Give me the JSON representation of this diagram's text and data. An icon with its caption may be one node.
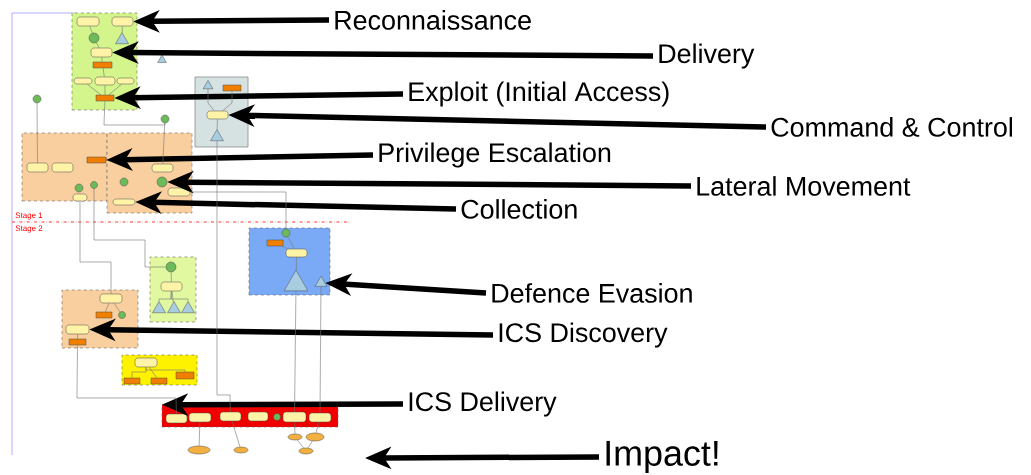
{
  "diagram": {
    "nodes": [
      {
        "text": [],
        "shape": "box"
      },
      {
        "text": [],
        "shape": "box",
        "in": 0
      },
      {
        "text": [],
        "shape": "box",
        "in": 0
      },
      {
        "text": [],
        "shape": "circle",
        "in": 0
      },
      {
        "text": [],
        "shape": "triangle",
        "in": 0
      },
      {
        "text": [],
        "shape": "box",
        "in": 0
      },
      {
        "text": [],
        "shape": "box",
        "in": 0
      },
      {
        "text": [],
        "shape": "box",
        "in": 0
      },
      {
        "text": [],
        "shape": "box",
        "in": 0
      },
      {
        "text": [],
        "shape": "box",
        "in": 0
      },
      {
        "text": [],
        "shape": "box",
        "in": 0
      },
      {
        "text": [],
        "shape": "triangle"
      },
      {
        "text": [],
        "shape": "circle"
      },
      {
        "text": [],
        "shape": "box"
      },
      {
        "text": [],
        "shape": "triangle",
        "in": 13
      },
      {
        "text": [],
        "shape": "box",
        "in": 13
      },
      {
        "text": [],
        "shape": "box",
        "in": 13
      },
      {
        "text": [],
        "shape": "triangle",
        "in": 13
      },
      {
        "text": [],
        "shape": "circle"
      },
      {
        "text": [],
        "shape": "box"
      },
      {
        "text": [],
        "shape": "box",
        "in": 19
      },
      {
        "text": [],
        "shape": "box",
        "in": 19
      },
      {
        "text": [],
        "shape": "box",
        "in": 19
      },
      {
        "text": [],
        "shape": "circle",
        "in": 19
      },
      {
        "text": [],
        "shape": "circle",
        "in": 19
      },
      {
        "text": [],
        "shape": "box",
        "in": 19
      },
      {
        "text": [],
        "shape": "box"
      },
      {
        "text": [],
        "shape": "box",
        "in": 26
      },
      {
        "text": [],
        "shape": "circle",
        "in": 26
      },
      {
        "text": [],
        "shape": "circle",
        "in": 26
      },
      {
        "text": [],
        "shape": "box",
        "in": 26
      },
      {
        "text": [],
        "shape": "box",
        "in": 26
      },
      {
        "text": [],
        "shape": "box"
      },
      {
        "text": [],
        "shape": "circle",
        "in": 32
      },
      {
        "text": [],
        "shape": "box",
        "in": 32
      },
      {
        "text": [],
        "shape": "box",
        "in": 32
      },
      {
        "text": [],
        "shape": "triangle",
        "in": 32
      },
      {
        "text": [],
        "shape": "triangle",
        "in": 32
      },
      {
        "text": [],
        "shape": "box"
      },
      {
        "text": [],
        "shape": "circle",
        "in": 38
      },
      {
        "text": [],
        "shape": "box",
        "in": 38
      },
      {
        "text": [],
        "shape": "triangle",
        "in": 38
      },
      {
        "text": [],
        "shape": "triangle",
        "in": 38
      },
      {
        "text": [],
        "shape": "triangle",
        "in": 38
      },
      {
        "text": [],
        "shape": "box"
      },
      {
        "text": [],
        "shape": "box",
        "in": 44
      },
      {
        "text": [],
        "shape": "box",
        "in": 44
      },
      {
        "text": [],
        "shape": "circle",
        "in": 44
      },
      {
        "text": [],
        "shape": "box",
        "in": 44
      },
      {
        "text": [],
        "shape": "box",
        "in": 44
      },
      {
        "text": [],
        "shape": "box"
      },
      {
        "text": [],
        "shape": "box",
        "in": 50
      },
      {
        "text": [],
        "shape": "box",
        "in": 50
      },
      {
        "text": [],
        "shape": "box",
        "in": 50
      },
      {
        "text": [],
        "shape": "box",
        "in": 50
      },
      {
        "text": [],
        "shape": "box"
      },
      {
        "text": [],
        "shape": "box",
        "in": 55
      },
      {
        "text": [],
        "shape": "box",
        "in": 55
      },
      {
        "text": [],
        "shape": "box",
        "in": 55
      },
      {
        "text": [],
        "shape": "box",
        "in": 55
      },
      {
        "text": [],
        "shape": "circle",
        "in": 55
      },
      {
        "text": [],
        "shape": "box",
        "in": 55
      },
      {
        "text": [],
        "shape": "box",
        "in": 55
      },
      {
        "text": [],
        "shape": "ellipse"
      },
      {
        "text": [],
        "shape": "ellipse"
      },
      {
        "text": [],
        "shape": "ellipse"
      },
      {
        "text": [],
        "shape": "ellipse"
      },
      {
        "text": [],
        "shape": "ellipse"
      },
      {
        "text": [
          "Reconnaissance"
        ]
      },
      {
        "text": [
          "Delivery"
        ]
      },
      {
        "text": [
          "Exploit (Initial Access)"
        ]
      },
      {
        "text": [
          "Command & Control"
        ]
      },
      {
        "text": [
          "Privilege Escalation"
        ]
      },
      {
        "text": [
          "Lateral Movement"
        ]
      },
      {
        "text": [
          "Collection"
        ]
      },
      {
        "text": [
          "Defence Evasion"
        ]
      },
      {
        "text": [
          "ICS Discovery"
        ]
      },
      {
        "text": [
          "ICS Delivery"
        ]
      },
      {
        "text": [
          "Impact!"
        ]
      }
    ],
    "edges": [
      {
        "from": 68,
        "to": 2,
        "arrow": "to",
        "style": "thick",
        "color": "#000000"
      },
      {
        "from": 69,
        "to": 5,
        "arrow": "to",
        "style": "thick",
        "color": "#000000"
      },
      {
        "from": 70,
        "to": 10,
        "arrow": "to",
        "style": "thick",
        "color": "#000000"
      },
      {
        "from": 71,
        "to": 16,
        "arrow": "to",
        "style": "thick",
        "color": "#000000"
      },
      {
        "from": 72,
        "to": 20,
        "arrow": "to",
        "style": "thick",
        "color": "#000000"
      },
      {
        "from": 73,
        "to": 29,
        "arrow": "to",
        "style": "thick",
        "color": "#000000"
      },
      {
        "from": 74,
        "to": 31,
        "arrow": "to",
        "style": "thick",
        "color": "#000000"
      },
      {
        "from": 75,
        "to": 37,
        "arrow": "to",
        "style": "thick",
        "color": "#000000"
      },
      {
        "from": 76,
        "to": 48,
        "arrow": "to",
        "style": "thick",
        "color": "#000000"
      },
      {
        "from": 77,
        "to": 55,
        "arrow": "to",
        "style": "thick",
        "color": "#000000"
      },
      {
        "from": 78,
        "to": null,
        "arrow": "to",
        "style": "thick",
        "color": "#000000"
      },
      {
        "from": 1,
        "to": 3,
        "arrow": "none"
      },
      {
        "from": 3,
        "to": 5,
        "arrow": "none"
      },
      {
        "from": 2,
        "to": 4,
        "arrow": "none"
      },
      {
        "from": 5,
        "to": 6,
        "arrow": "none"
      },
      {
        "from": 6,
        "to": 8,
        "arrow": "none"
      },
      {
        "from": 7,
        "to": 10,
        "arrow": "none"
      },
      {
        "from": 8,
        "to": 10,
        "arrow": "none"
      },
      {
        "from": 9,
        "to": 10,
        "arrow": "none"
      },
      {
        "from": 14,
        "to": 16,
        "arrow": "none"
      },
      {
        "from": 15,
        "to": 16,
        "arrow": "none"
      },
      {
        "from": 16,
        "to": 17,
        "arrow": "none"
      },
      {
        "from": 12,
        "to": 21,
        "arrow": "none"
      },
      {
        "from": 10,
        "to": 18,
        "arrow": "none"
      },
      {
        "from": 18,
        "to": 27,
        "arrow": "none"
      },
      {
        "from": 24,
        "to": 39,
        "arrow": "none"
      },
      {
        "from": 25,
        "to": 45,
        "arrow": "none"
      },
      {
        "from": 33,
        "to": 30,
        "arrow": "none"
      },
      {
        "from": 17,
        "to": 58,
        "arrow": "none"
      },
      {
        "from": 33,
        "to": 35,
        "arrow": "none"
      },
      {
        "from": 34,
        "to": 35,
        "arrow": "none"
      },
      {
        "from": 35,
        "to": 36,
        "arrow": "none"
      },
      {
        "from": 39,
        "to": 40,
        "arrow": "none"
      },
      {
        "from": 40,
        "to": 41,
        "arrow": "none"
      },
      {
        "from": 40,
        "to": 42,
        "arrow": "none"
      },
      {
        "from": 40,
        "to": 43,
        "arrow": "none"
      },
      {
        "from": 45,
        "to": 46,
        "arrow": "none"
      },
      {
        "from": 45,
        "to": 47,
        "arrow": "none"
      },
      {
        "from": 48,
        "to": 49,
        "arrow": "none"
      },
      {
        "from": 49,
        "to": 56,
        "arrow": "none"
      },
      {
        "from": 51,
        "to": 52,
        "arrow": "none"
      },
      {
        "from": 51,
        "to": 53,
        "arrow": "none"
      },
      {
        "from": 51,
        "to": 54,
        "arrow": "none"
      },
      {
        "from": 57,
        "to": 65,
        "arrow": "none"
      },
      {
        "from": 58,
        "to": 66,
        "arrow": "none"
      },
      {
        "from": 36,
        "to": 61,
        "arrow": "none"
      },
      {
        "from": 37,
        "to": 62,
        "arrow": "none"
      },
      {
        "from": 61,
        "to": 63,
        "arrow": "none"
      },
      {
        "from": 62,
        "to": 64,
        "arrow": "none"
      },
      {
        "from": 63,
        "to": 67,
        "arrow": "none"
      },
      {
        "from": 64,
        "to": 67,
        "arrow": "none"
      }
    ],
    "labels": [
      "Stage 1",
      "Stage 2"
    ]
  }
}
